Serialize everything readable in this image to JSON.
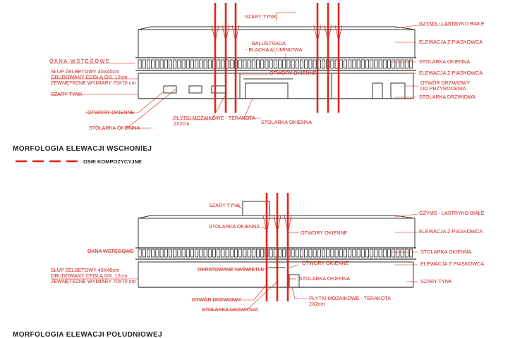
{
  "colors": {
    "annotation": "#d0201a",
    "axis": "#e02418",
    "ink": "#222222"
  },
  "legend": {
    "axes_label": "OSIE KOMPOZYCYJNE"
  },
  "east": {
    "title": "MORFOLOGIA ELEWACJI WSCHONIEJ",
    "labels": {
      "szary_tynk_top": "SZARY TYNK",
      "balustrada_1": "BALUSTRADA",
      "balustrada_2": "- BLACHA ALUMINIOWA",
      "gzyms": "GZYMS - LASTRYKO BIAŁE",
      "elewacja_piaskowca_1": "ELEWACJA Z PIASKOWCA",
      "okna_wstegowe": "OKNA WSTĘGOWE",
      "stolarka_okienna_right": "STOLARKA OKIENNA",
      "slup_1": "SŁUP ŻELBETOWY 40X40cm",
      "slup_2": "OBUDOWANY CEGŁĄ GR. 12cm",
      "slup_3": "ZEWNĘTRZNE WYMIARY 70X70 cm",
      "otwory_okienne_mid": "OTWORY OKIENNE",
      "elewacja_piaskowca_2": "ELEWACJA Z PIASKOWCA",
      "otwor_drzwiowy_1": "OTWÓR DRZWIOWY",
      "otwor_drzwiowy_2": "DO PRZYROCENIA",
      "szary_tynk_left": "SZARY TYNK",
      "stolarka_drzwiowa": "STOLARKA DRZWIOWA",
      "otwory_okienne_low": "OTWORY OKIENNE",
      "plytki_1": "PŁYTKI MOZAIKOWE - TERAKOTA",
      "plytki_2": "2X2cm",
      "stolarka_okienna_low": "STOLARKA OKIENNA",
      "stolarka_okienna_left": "STOLARKA OKIENNA"
    }
  },
  "south": {
    "title": "MORFOLOGIA ELEWACJI POŁUDNIOWEJ",
    "labels": {
      "szary_tynk_top": "SZARY TYNK",
      "gzyms": "GZYMS - LASTRYKO BIAŁE",
      "stolarka_okienna_top": "STOLARKA OKIENNA",
      "otwory_okienne_top": "OTWORY OKIENNE",
      "elewacja_piaskowca_1": "ELEWACJA Z PIASKOWCA",
      "okna_wstegowe": "OKNA WSTĘGOWE",
      "stolarka_okienna_right": "STOLARKA OKIENNA",
      "kratowane": "OKRATOWANE NAŚWIETLE",
      "otwory_okienne_mid": "OTWORY OKIENNE",
      "elewacja_piaskowca_2": "ELEWACJA Z PIASKOWCA",
      "slup_1": "SŁUP ŻELBETOWY 40X40cm",
      "slup_2": "OBUDOWANY CEGŁĄ GR. 12cm",
      "slup_3": "ZEWNĘTRZNE WYMIARY 70X70 cm",
      "stolarka_okienna_mid": "STOLARKA OKIENNA",
      "szary_tynk_right": "SZARY TYNK",
      "otwor_drzwiowy": "OTWÓR DRZWIOWY",
      "plytki_1": "PŁYTKI MOZAIKOWE - TERAKOTA",
      "plytki_2": "2X2cm",
      "stolarka_drzwiowa": "STOLARKA DRZWIOWA"
    }
  }
}
